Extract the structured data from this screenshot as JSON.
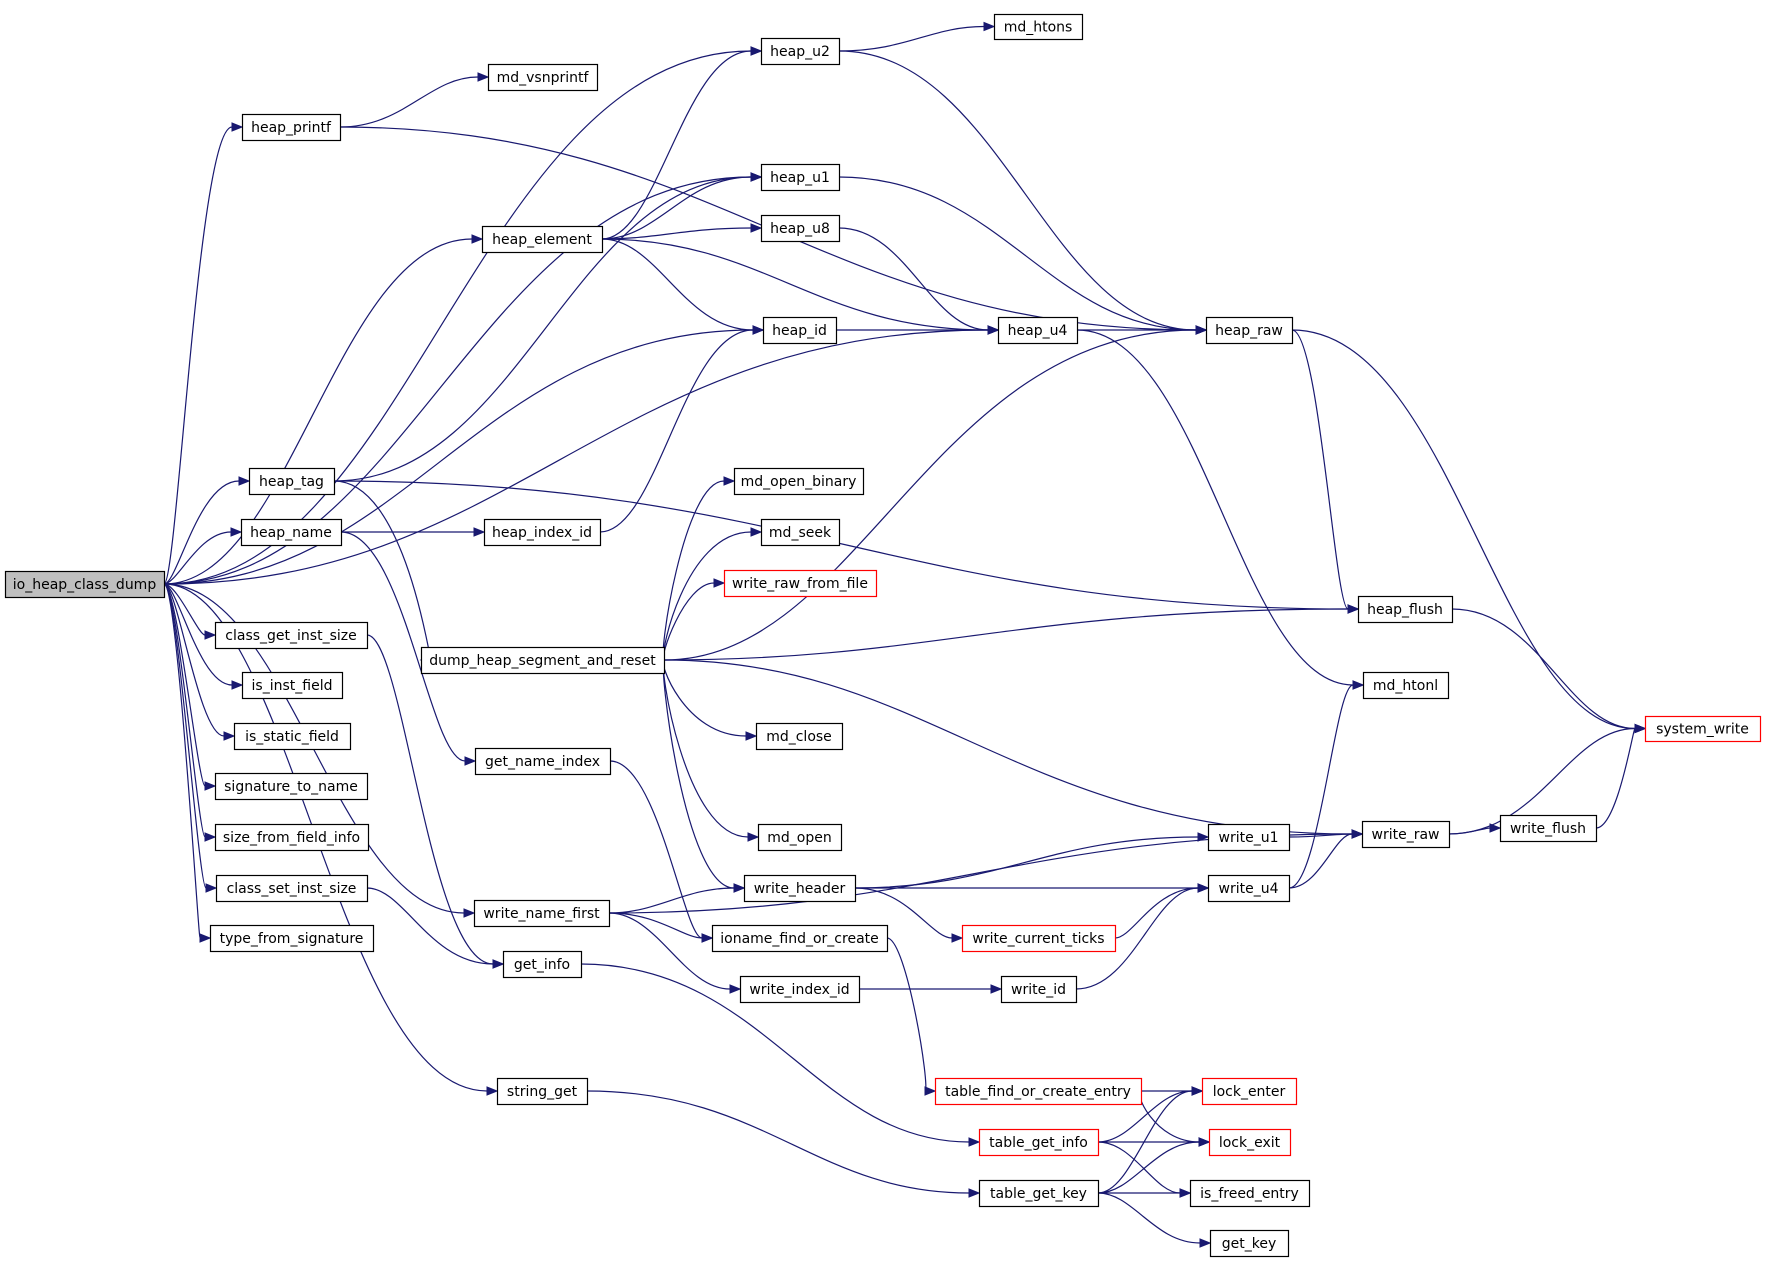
{
  "diagram": {
    "type": "call-graph",
    "root": "io_heap_class_dump",
    "colors": {
      "edge": "#191970",
      "node_border_default": "#000000",
      "node_border_truncated": "#ff0000",
      "root_fill": "#bfbfbf",
      "node_fill": "#ffffff"
    },
    "nodes": [
      {
        "id": "io_heap_class_dump",
        "label": "io_heap_class_dump",
        "style": "root"
      },
      {
        "id": "heap_u2",
        "label": "heap_u2",
        "style": "normal"
      },
      {
        "id": "md_htons",
        "label": "md_htons",
        "style": "normal"
      },
      {
        "id": "md_vsnprintf",
        "label": "md_vsnprintf",
        "style": "normal"
      },
      {
        "id": "heap_printf",
        "label": "heap_printf",
        "style": "normal"
      },
      {
        "id": "heap_u1",
        "label": "heap_u1",
        "style": "normal"
      },
      {
        "id": "heap_element",
        "label": "heap_element",
        "style": "normal"
      },
      {
        "id": "heap_u8",
        "label": "heap_u8",
        "style": "normal"
      },
      {
        "id": "heap_id",
        "label": "heap_id",
        "style": "normal"
      },
      {
        "id": "heap_u4",
        "label": "heap_u4",
        "style": "normal"
      },
      {
        "id": "heap_raw",
        "label": "heap_raw",
        "style": "normal"
      },
      {
        "id": "heap_tag",
        "label": "heap_tag",
        "style": "normal"
      },
      {
        "id": "heap_name",
        "label": "heap_name",
        "style": "normal"
      },
      {
        "id": "heap_index_id",
        "label": "heap_index_id",
        "style": "normal"
      },
      {
        "id": "md_open_binary",
        "label": "md_open_binary",
        "style": "normal"
      },
      {
        "id": "md_seek",
        "label": "md_seek",
        "style": "normal"
      },
      {
        "id": "write_raw_from_file",
        "label": "write_raw_from_file",
        "style": "truncated"
      },
      {
        "id": "heap_flush",
        "label": "heap_flush",
        "style": "normal"
      },
      {
        "id": "class_get_inst_size",
        "label": "class_get_inst_size",
        "style": "normal"
      },
      {
        "id": "dump_heap_segment_and_reset",
        "label": "dump_heap_segment_and_reset",
        "style": "normal"
      },
      {
        "id": "is_inst_field",
        "label": "is_inst_field",
        "style": "normal"
      },
      {
        "id": "md_htonl",
        "label": "md_htonl",
        "style": "normal"
      },
      {
        "id": "system_write",
        "label": "system_write",
        "style": "truncated"
      },
      {
        "id": "md_close",
        "label": "md_close",
        "style": "normal"
      },
      {
        "id": "is_static_field",
        "label": "is_static_field",
        "style": "normal"
      },
      {
        "id": "get_name_index",
        "label": "get_name_index",
        "style": "normal"
      },
      {
        "id": "signature_to_name",
        "label": "signature_to_name",
        "style": "normal"
      },
      {
        "id": "size_from_field_info",
        "label": "size_from_field_info",
        "style": "normal"
      },
      {
        "id": "md_open",
        "label": "md_open",
        "style": "normal"
      },
      {
        "id": "write_u1",
        "label": "write_u1",
        "style": "normal"
      },
      {
        "id": "write_raw",
        "label": "write_raw",
        "style": "normal"
      },
      {
        "id": "write_flush",
        "label": "write_flush",
        "style": "normal"
      },
      {
        "id": "class_set_inst_size",
        "label": "class_set_inst_size",
        "style": "normal"
      },
      {
        "id": "write_header",
        "label": "write_header",
        "style": "normal"
      },
      {
        "id": "write_u4",
        "label": "write_u4",
        "style": "normal"
      },
      {
        "id": "write_name_first",
        "label": "write_name_first",
        "style": "normal"
      },
      {
        "id": "type_from_signature",
        "label": "type_from_signature",
        "style": "normal"
      },
      {
        "id": "ioname_find_or_create",
        "label": "ioname_find_or_create",
        "style": "normal"
      },
      {
        "id": "write_current_ticks",
        "label": "write_current_ticks",
        "style": "truncated"
      },
      {
        "id": "get_info",
        "label": "get_info",
        "style": "normal"
      },
      {
        "id": "write_index_id",
        "label": "write_index_id",
        "style": "normal"
      },
      {
        "id": "write_id",
        "label": "write_id",
        "style": "normal"
      },
      {
        "id": "string_get",
        "label": "string_get",
        "style": "normal"
      },
      {
        "id": "table_find_or_create_entry",
        "label": "table_find_or_create_entry",
        "style": "truncated"
      },
      {
        "id": "lock_enter",
        "label": "lock_enter",
        "style": "truncated"
      },
      {
        "id": "table_get_info",
        "label": "table_get_info",
        "style": "truncated"
      },
      {
        "id": "lock_exit",
        "label": "lock_exit",
        "style": "truncated"
      },
      {
        "id": "table_get_key",
        "label": "table_get_key",
        "style": "normal"
      },
      {
        "id": "is_freed_entry",
        "label": "is_freed_entry",
        "style": "normal"
      },
      {
        "id": "get_key",
        "label": "get_key",
        "style": "normal"
      }
    ],
    "edges": [
      [
        "io_heap_class_dump",
        "heap_u2"
      ],
      [
        "io_heap_class_dump",
        "heap_printf"
      ],
      [
        "io_heap_class_dump",
        "heap_u1"
      ],
      [
        "io_heap_class_dump",
        "heap_element"
      ],
      [
        "io_heap_class_dump",
        "heap_id"
      ],
      [
        "io_heap_class_dump",
        "heap_u4"
      ],
      [
        "io_heap_class_dump",
        "heap_tag"
      ],
      [
        "io_heap_class_dump",
        "heap_name"
      ],
      [
        "io_heap_class_dump",
        "class_get_inst_size"
      ],
      [
        "io_heap_class_dump",
        "is_inst_field"
      ],
      [
        "io_heap_class_dump",
        "is_static_field"
      ],
      [
        "io_heap_class_dump",
        "signature_to_name"
      ],
      [
        "io_heap_class_dump",
        "size_from_field_info"
      ],
      [
        "io_heap_class_dump",
        "class_set_inst_size"
      ],
      [
        "io_heap_class_dump",
        "type_from_signature"
      ],
      [
        "io_heap_class_dump",
        "write_name_first"
      ],
      [
        "io_heap_class_dump",
        "string_get"
      ],
      [
        "heap_u2",
        "md_htons"
      ],
      [
        "heap_u2",
        "heap_raw"
      ],
      [
        "heap_printf",
        "md_vsnprintf"
      ],
      [
        "heap_printf",
        "heap_raw"
      ],
      [
        "heap_u1",
        "heap_raw"
      ],
      [
        "heap_element",
        "heap_u2"
      ],
      [
        "heap_element",
        "heap_u1"
      ],
      [
        "heap_element",
        "heap_u8"
      ],
      [
        "heap_element",
        "heap_id"
      ],
      [
        "heap_element",
        "heap_u4"
      ],
      [
        "heap_u8",
        "heap_u4"
      ],
      [
        "heap_id",
        "heap_u4"
      ],
      [
        "heap_u4",
        "heap_raw"
      ],
      [
        "heap_u4",
        "md_htonl"
      ],
      [
        "heap_raw",
        "heap_flush"
      ],
      [
        "heap_raw",
        "system_write"
      ],
      [
        "heap_tag",
        "heap_u1"
      ],
      [
        "heap_tag",
        "heap_flush"
      ],
      [
        "heap_tag",
        "dump_heap_segment_and_reset"
      ],
      [
        "heap_name",
        "heap_index_id"
      ],
      [
        "heap_name",
        "get_name_index"
      ],
      [
        "heap_index_id",
        "heap_id"
      ],
      [
        "class_get_inst_size",
        "get_info"
      ],
      [
        "class_set_inst_size",
        "get_info"
      ],
      [
        "dump_heap_segment_and_reset",
        "md_open_binary"
      ],
      [
        "dump_heap_segment_and_reset",
        "md_seek"
      ],
      [
        "dump_heap_segment_and_reset",
        "write_raw_from_file"
      ],
      [
        "dump_heap_segment_and_reset",
        "heap_raw"
      ],
      [
        "dump_heap_segment_and_reset",
        "heap_flush"
      ],
      [
        "dump_heap_segment_and_reset",
        "md_close"
      ],
      [
        "dump_heap_segment_and_reset",
        "write_raw"
      ],
      [
        "dump_heap_segment_and_reset",
        "md_open"
      ],
      [
        "dump_heap_segment_and_reset",
        "write_header"
      ],
      [
        "heap_flush",
        "system_write"
      ],
      [
        "get_name_index",
        "ioname_find_or_create"
      ],
      [
        "write_u1",
        "write_raw"
      ],
      [
        "write_u4",
        "write_raw"
      ],
      [
        "write_u4",
        "md_htonl"
      ],
      [
        "write_raw",
        "system_write"
      ],
      [
        "write_raw",
        "write_flush"
      ],
      [
        "write_flush",
        "system_write"
      ],
      [
        "write_header",
        "write_u1"
      ],
      [
        "write_header",
        "write_u4"
      ],
      [
        "write_header",
        "write_current_ticks"
      ],
      [
        "write_current_ticks",
        "write_u4"
      ],
      [
        "write_name_first",
        "write_header"
      ],
      [
        "write_name_first",
        "ioname_find_or_create"
      ],
      [
        "write_name_first",
        "write_index_id"
      ],
      [
        "write_name_first",
        "write_raw"
      ],
      [
        "write_index_id",
        "write_id"
      ],
      [
        "write_id",
        "write_u4"
      ],
      [
        "ioname_find_or_create",
        "table_find_or_create_entry"
      ],
      [
        "get_info",
        "table_get_info"
      ],
      [
        "string_get",
        "table_get_key"
      ],
      [
        "table_find_or_create_entry",
        "lock_enter"
      ],
      [
        "table_find_or_create_entry",
        "lock_exit"
      ],
      [
        "table_get_info",
        "lock_enter"
      ],
      [
        "table_get_info",
        "lock_exit"
      ],
      [
        "table_get_info",
        "is_freed_entry"
      ],
      [
        "table_get_key",
        "lock_enter"
      ],
      [
        "table_get_key",
        "lock_exit"
      ],
      [
        "table_get_key",
        "is_freed_entry"
      ],
      [
        "table_get_key",
        "get_key"
      ]
    ]
  }
}
